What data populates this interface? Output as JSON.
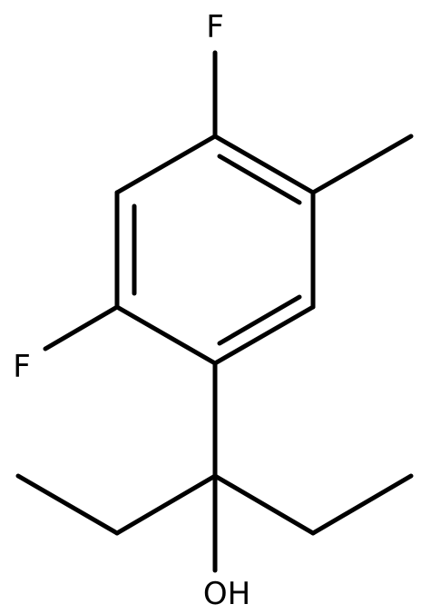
{
  "molecule": {
    "labels": {
      "f_top": "F",
      "f_left": "F",
      "hydroxyl": "OH"
    }
  }
}
